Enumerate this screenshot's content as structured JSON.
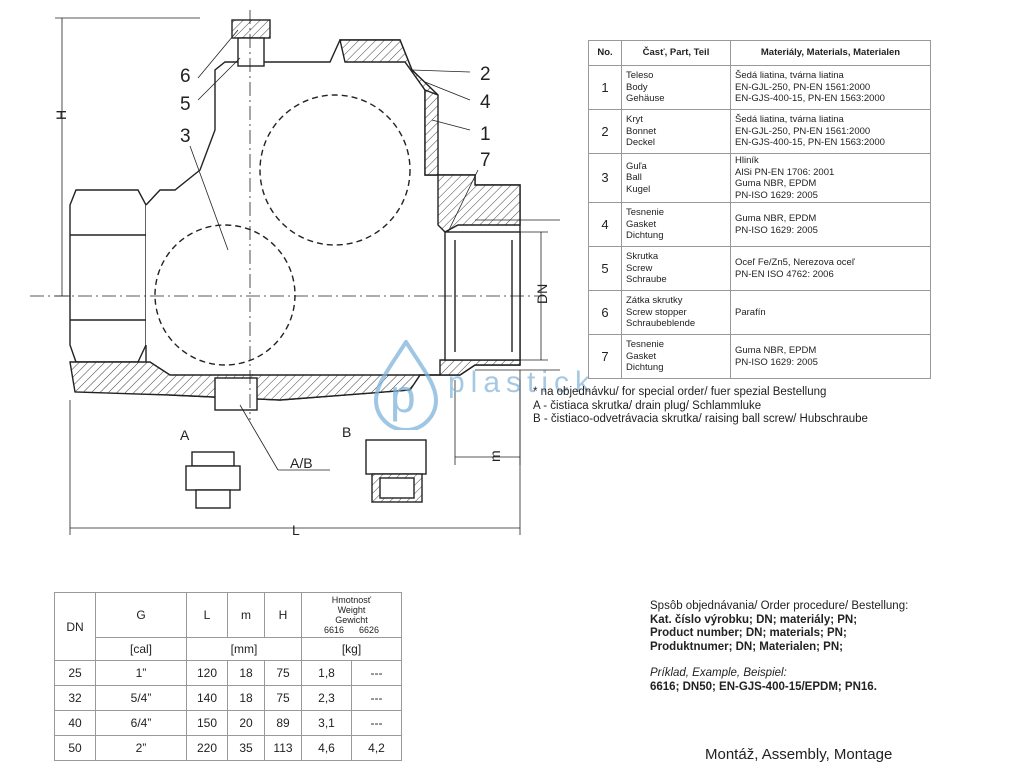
{
  "drawing": {
    "part_labels": [
      "6",
      "5",
      "3",
      "2",
      "4",
      "1",
      "7"
    ],
    "dim_labels": {
      "H": "H",
      "L": "L",
      "DN": "DN",
      "G": "G",
      "m": "m",
      "A": "A",
      "B": "B",
      "AB": "A/B"
    }
  },
  "parts_table": {
    "headers": [
      "No.",
      "Časť, Part, Teil",
      "Materiály, Materials, Materialen"
    ],
    "rows": [
      {
        "no": "1",
        "part": [
          "Teleso",
          "Body",
          "Gehäuse"
        ],
        "material": [
          "Šedá liatina, tvárna liatina",
          "EN-GJL-250, PN-EN 1561:2000",
          "EN-GJS-400-15, PN-EN 1563:2000"
        ]
      },
      {
        "no": "2",
        "part": [
          "Kryt",
          "Bonnet",
          "Deckel"
        ],
        "material": [
          "Šedá liatina, tvárna liatina",
          "EN-GJL-250, PN-EN 1561:2000",
          "EN-GJS-400-15, PN-EN 1563:2000"
        ]
      },
      {
        "no": "3",
        "part": [
          "Guľa",
          "Ball",
          "Kugel"
        ],
        "material": [
          "Hliník",
          "AlSi PN-EN 1706: 2001",
          "Guma NBR, EPDM",
          "PN-ISO 1629: 2005"
        ]
      },
      {
        "no": "4",
        "part": [
          "Tesnenie",
          "Gasket",
          "Dichtung"
        ],
        "material": [
          "Guma NBR, EPDM",
          "PN-ISO 1629: 2005"
        ]
      },
      {
        "no": "5",
        "part": [
          "Skrutka",
          "Screw",
          "Schraube"
        ],
        "material": [
          "Oceľ Fe/Zn5, Nerezova oceľ",
          "PN-EN ISO 4762: 2006"
        ]
      },
      {
        "no": "6",
        "part": [
          "Zátka skrutky",
          "Screw stopper",
          "Schraubeblende"
        ],
        "material": [
          "Parafín"
        ]
      },
      {
        "no": "7",
        "part": [
          "Tesnenie",
          "Gasket",
          "Dichtung"
        ],
        "material": [
          "Guma NBR, EPDM",
          "PN-ISO 1629: 2005"
        ]
      }
    ]
  },
  "notes": [
    "* na objednávku/ for special order/ fuer spezial Bestellung",
    "A -  čistiaca skrutka/ drain plug/ Schlammluke",
    "B -  čistiaco-odvetrávacia skrutka/ raising ball screw/ Hubschraube"
  ],
  "watermark": {
    "text": "plastick",
    "color": "#7fb3d9"
  },
  "dims_table": {
    "headers": {
      "dn": "DN",
      "g": "G",
      "l": "L",
      "m": "m",
      "h": "H",
      "weight": [
        "Hmotnosť",
        "Weight",
        "Gewicht"
      ],
      "w1": "6616",
      "w2": "6626"
    },
    "units": {
      "g": "[cal]",
      "lmh": "[mm]",
      "weight": "[kg]"
    },
    "rows": [
      [
        "25",
        "1”",
        "120",
        "18",
        "75",
        "1,8",
        "---"
      ],
      [
        "32",
        "5/4”",
        "140",
        "18",
        "75",
        "2,3",
        "---"
      ],
      [
        "40",
        "6/4”",
        "150",
        "20",
        "89",
        "3,1",
        "---"
      ],
      [
        "50",
        "2”",
        "220",
        "35",
        "113",
        "4,6",
        "4,2"
      ]
    ]
  },
  "order": {
    "line1": "Spsôb objednávania/ Order procedure/ Bestellung:",
    "line2": "Kat. číslo výrobku; DN; materiály; PN;",
    "line3": "Product number; DN; materials; PN;",
    "line4": "Produktnumer; DN; Materialen; PN;",
    "line5": "Príklad, Example, Beispiel:",
    "line6": "6616; DN50; EN-GJS-400-15/EPDM; PN16."
  },
  "montage": "Montáž, Assembly, Montage"
}
